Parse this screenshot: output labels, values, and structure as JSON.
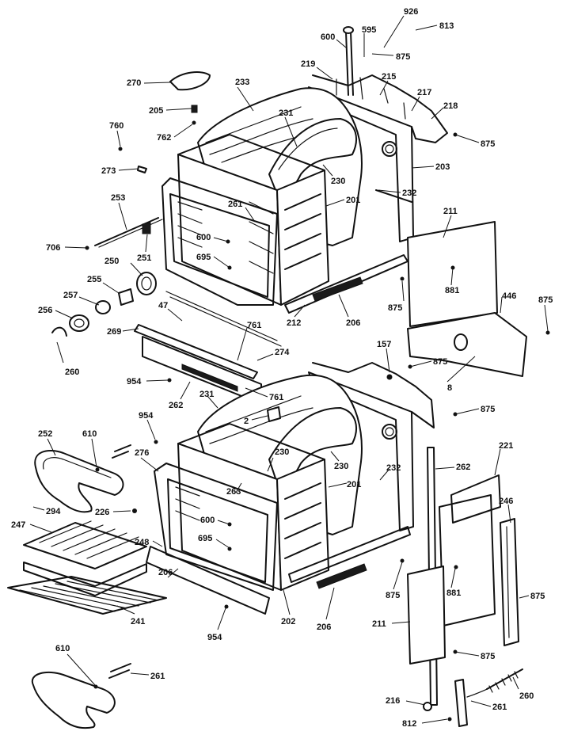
{
  "diagram": {
    "callouts": [
      {
        "label": "926"
      },
      {
        "label": "813"
      },
      {
        "label": "595"
      },
      {
        "label": "875"
      },
      {
        "label": "600"
      },
      {
        "label": "219"
      },
      {
        "label": "215"
      },
      {
        "label": "217"
      },
      {
        "label": "218"
      },
      {
        "label": "875"
      },
      {
        "label": "270"
      },
      {
        "label": "233"
      },
      {
        "label": "205"
      },
      {
        "label": "762"
      },
      {
        "label": "231"
      },
      {
        "label": "760"
      },
      {
        "label": "273"
      },
      {
        "label": "230"
      },
      {
        "label": "203"
      },
      {
        "label": "232"
      },
      {
        "label": "201"
      },
      {
        "label": "253"
      },
      {
        "label": "261"
      },
      {
        "label": "211"
      },
      {
        "label": "600"
      },
      {
        "label": "706"
      },
      {
        "label": "251"
      },
      {
        "label": "695"
      },
      {
        "label": "881"
      },
      {
        "label": "250"
      },
      {
        "label": "255"
      },
      {
        "label": "257"
      },
      {
        "label": "875"
      },
      {
        "label": "212"
      },
      {
        "label": "206"
      },
      {
        "label": "446"
      },
      {
        "label": "875"
      },
      {
        "label": "256"
      },
      {
        "label": "47"
      },
      {
        "label": "761"
      },
      {
        "label": "269"
      },
      {
        "label": "274"
      },
      {
        "label": "260"
      },
      {
        "label": "157"
      },
      {
        "label": "875"
      },
      {
        "label": "8"
      },
      {
        "label": "954"
      },
      {
        "label": "761"
      },
      {
        "label": "262"
      },
      {
        "label": "231"
      },
      {
        "label": "875"
      },
      {
        "label": "2"
      },
      {
        "label": "954"
      },
      {
        "label": "252"
      },
      {
        "label": "610"
      },
      {
        "label": "276"
      },
      {
        "label": "230"
      },
      {
        "label": "230"
      },
      {
        "label": "201"
      },
      {
        "label": "232"
      },
      {
        "label": "262"
      },
      {
        "label": "221"
      },
      {
        "label": "263"
      },
      {
        "label": "226"
      },
      {
        "label": "600"
      },
      {
        "label": "294"
      },
      {
        "label": "248"
      },
      {
        "label": "247"
      },
      {
        "label": "695"
      },
      {
        "label": "246"
      },
      {
        "label": "875"
      },
      {
        "label": "881"
      },
      {
        "label": "875"
      },
      {
        "label": "206"
      },
      {
        "label": "202"
      },
      {
        "label": "206"
      },
      {
        "label": "211"
      },
      {
        "label": "954"
      },
      {
        "label": "241"
      },
      {
        "label": "875"
      },
      {
        "label": "610"
      },
      {
        "label": "261"
      },
      {
        "label": "260"
      },
      {
        "label": "216"
      },
      {
        "label": "261"
      },
      {
        "label": "812"
      }
    ]
  }
}
